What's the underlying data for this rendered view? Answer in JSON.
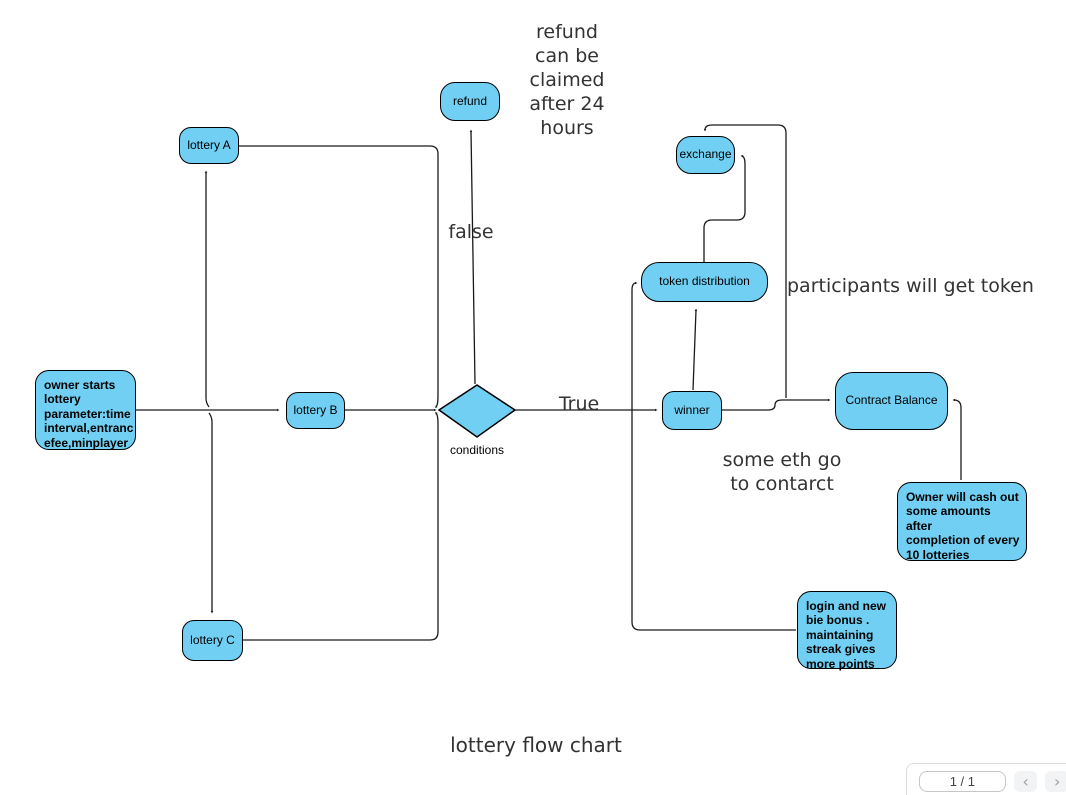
{
  "diagram": {
    "title": "lottery flow chart",
    "colors": {
      "node_fill": "#70CFF2",
      "node_border": "#000000",
      "edge": "#1a1a1a",
      "annotation_text": "#333333"
    },
    "nodes": {
      "owner": {
        "lines": [
          "owner starts",
          "lottery",
          "parameter:time",
          "interval,entranc",
          "efee,minplayer"
        ]
      },
      "lottery_a": {
        "label": "lottery A"
      },
      "lottery_b": {
        "label": "lottery B"
      },
      "lottery_c": {
        "label": "lottery C"
      },
      "refund": {
        "label": "refund"
      },
      "conditions": {
        "label": "conditions"
      },
      "winner": {
        "label": "winner"
      },
      "token_distribution": {
        "label": "token distribution"
      },
      "exchange": {
        "label": "exchange"
      },
      "contract_balance": {
        "label": "Contract Balance"
      },
      "owner_cashout_note": {
        "lines": [
          "Owner will cash out",
          "some amounts after",
          "completion of every",
          "10 lotteries"
        ]
      },
      "login_bonus_note": {
        "lines": [
          "login and new",
          "bie bonus .",
          "maintaining",
          "streak gives",
          "more points"
        ]
      }
    },
    "annotations": {
      "refund_note": {
        "lines": [
          "refund",
          "can be",
          "claimed",
          "after 24",
          "hours"
        ]
      },
      "false_label": "false",
      "true_label": "True",
      "participants_note": "participants will get token",
      "eth_note": {
        "lines": [
          "some eth go",
          "to contarct"
        ]
      }
    }
  },
  "pager": {
    "page_indicator": "1 / 1",
    "prev_icon": "‹",
    "next_icon": "›"
  }
}
